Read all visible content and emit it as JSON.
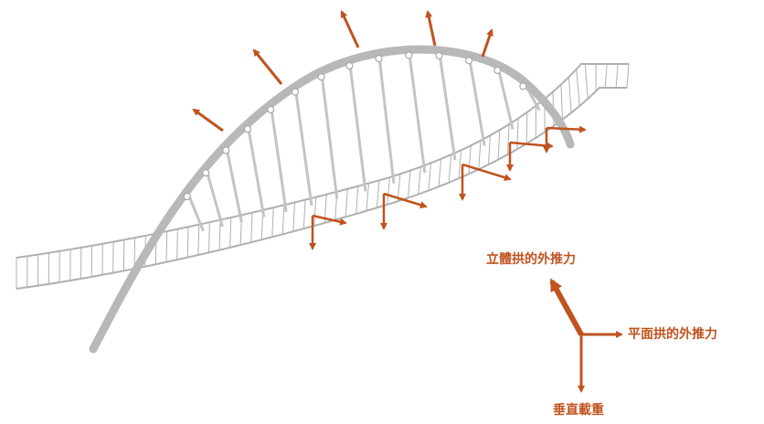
{
  "legend": {
    "spatial_arch_thrust": "立體拱的外推力",
    "planar_arch_thrust": "平面拱的外推力",
    "vertical_load": "垂直載重"
  },
  "colors": {
    "arrow": "#c0531f",
    "arch": "#b8b8b8",
    "deck_stroke": "#b0b0b0",
    "hanger": "#c4c4c4",
    "background": "#ffffff"
  }
}
